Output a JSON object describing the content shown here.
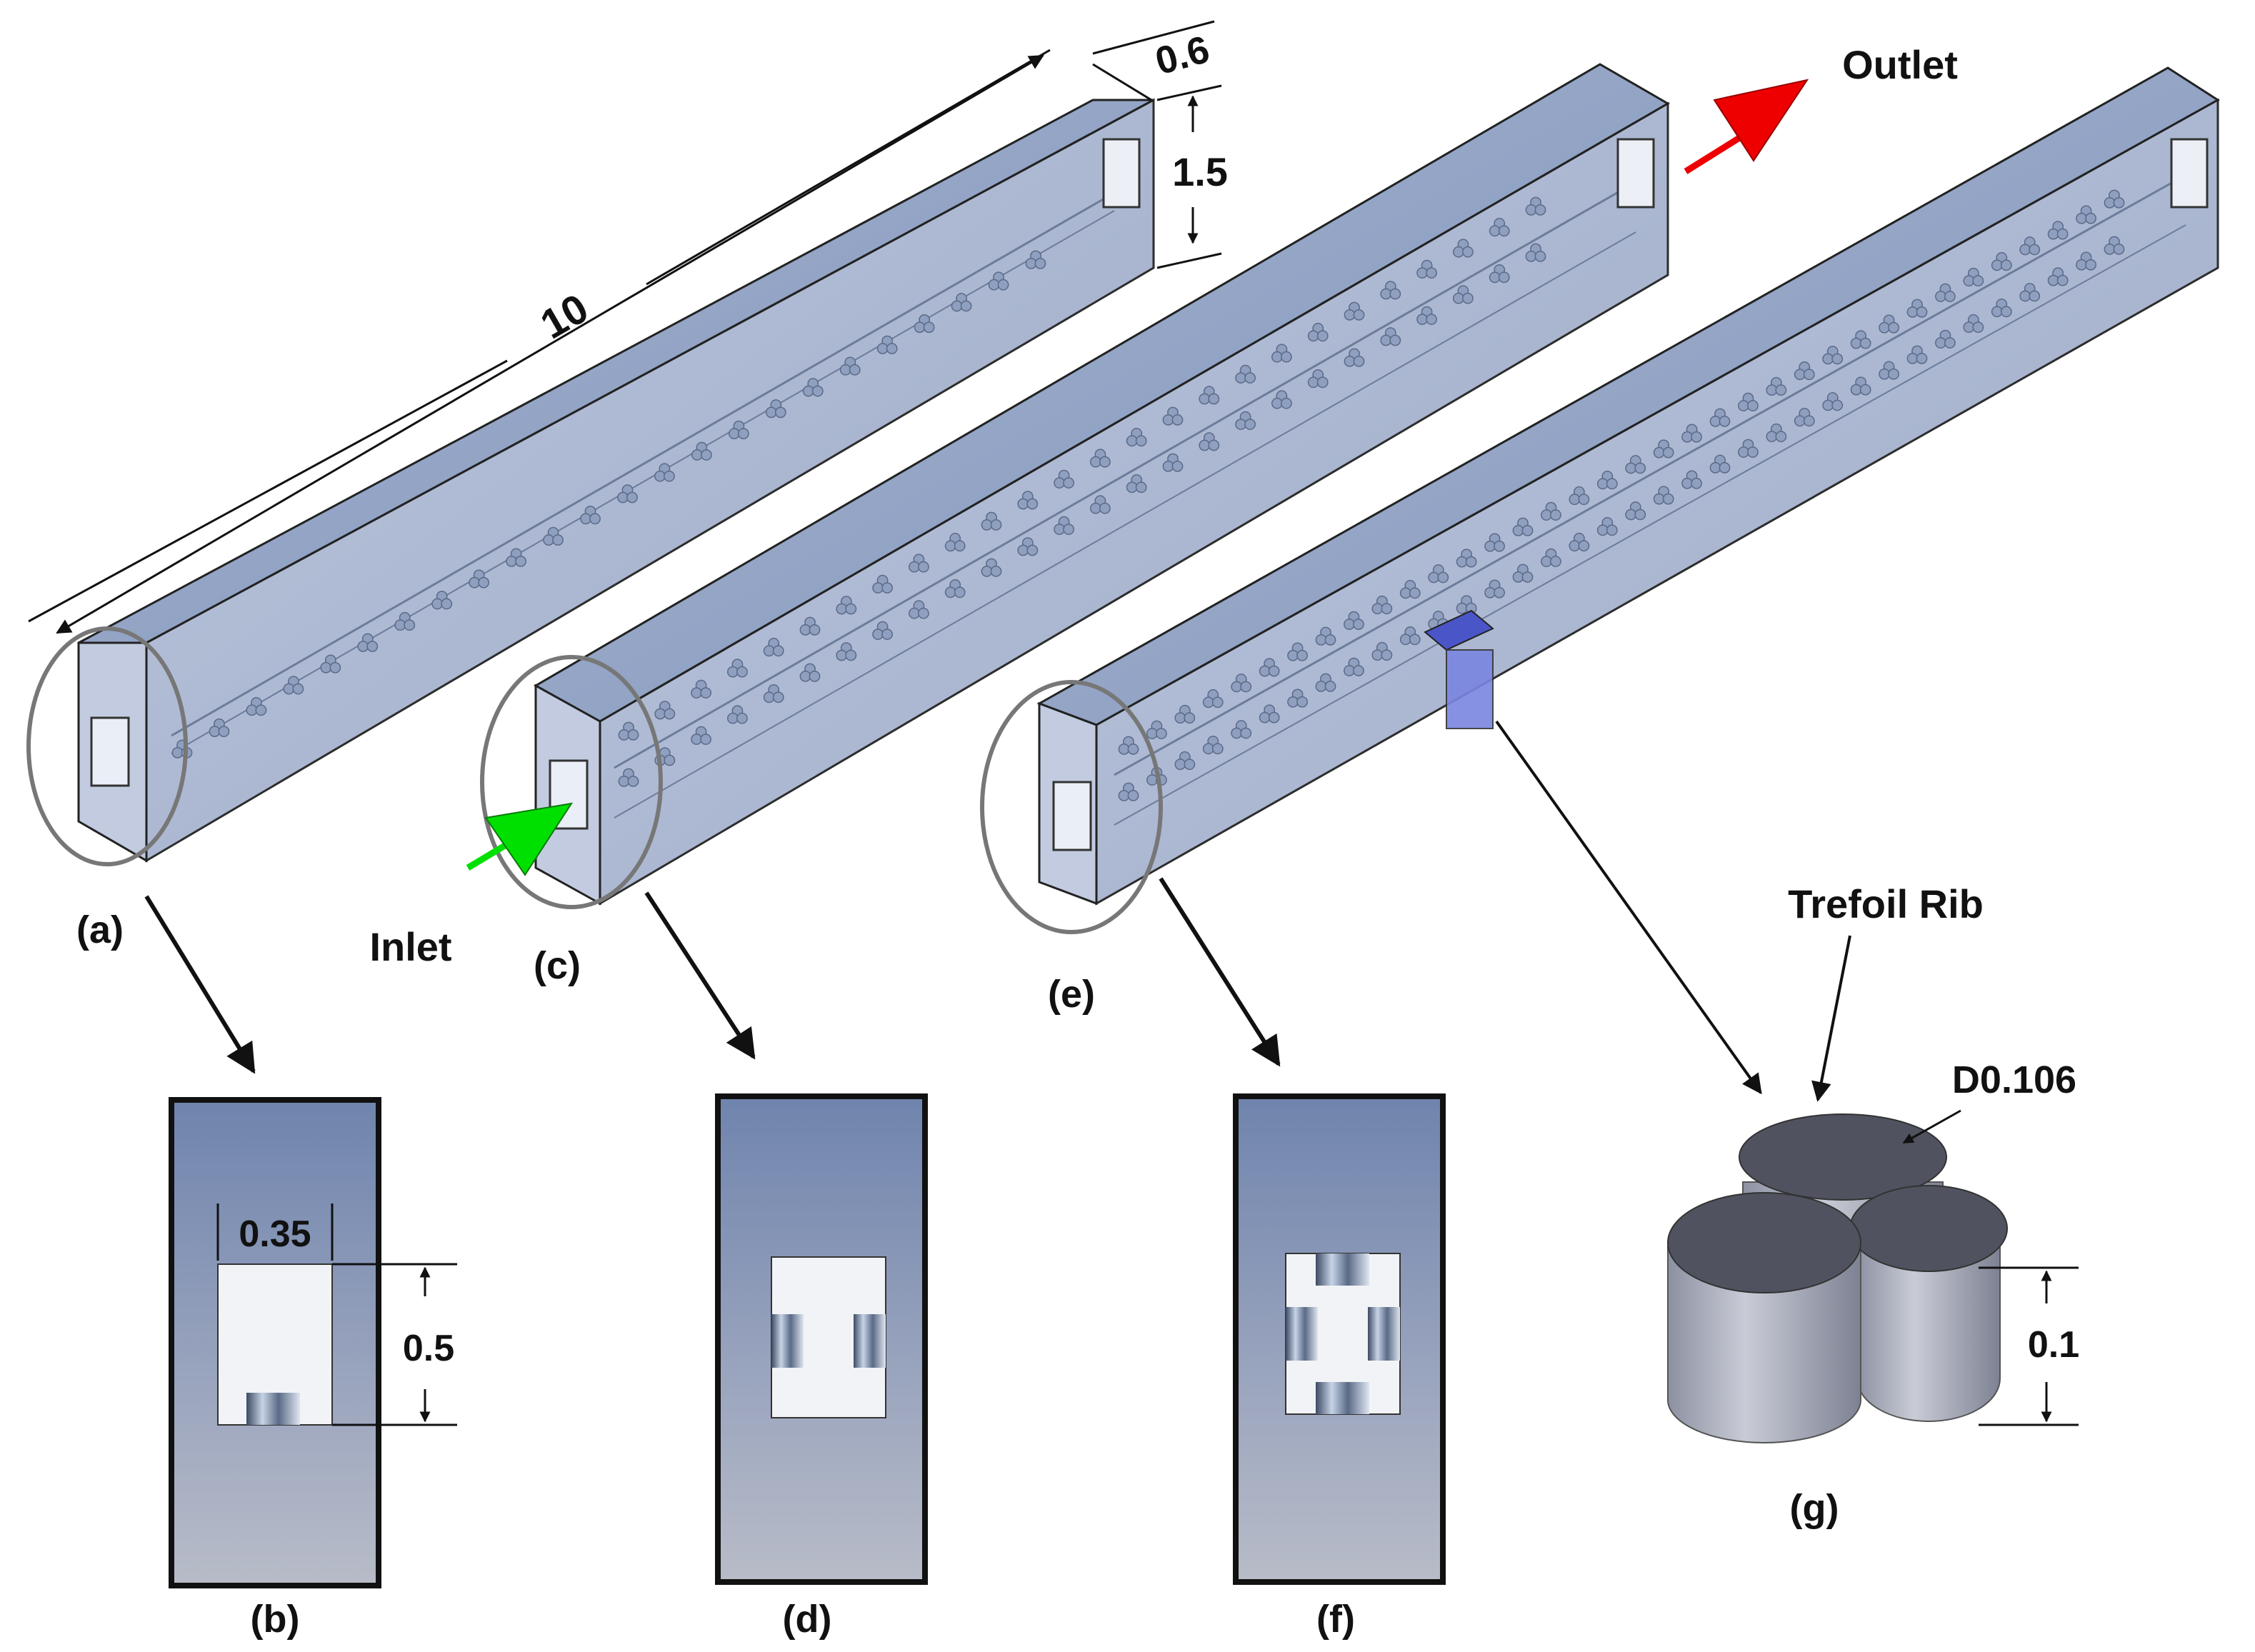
{
  "dimensions": {
    "length": "10",
    "width": "0.6",
    "height": "1.5",
    "rib_width": "0.35",
    "rib_height": "0.5",
    "diameter": "D0.106",
    "trefoil_height": "0.1"
  },
  "labels": {
    "inlet": "Inlet",
    "outlet": "Outlet",
    "rib_name": "Trefoil Rib"
  },
  "panels": {
    "a": "(a)",
    "b": "(b)",
    "c": "(c)",
    "d": "(d)",
    "e": "(e)",
    "f": "(f)",
    "g": "(g)"
  },
  "colors": {
    "channel_top": "#8fa3c4",
    "channel_front": "#a9b8d1",
    "rib": "#7f8ba6",
    "inlet_arrow": "#00e000",
    "outlet_arrow": "#ee0000",
    "trefoil_top": "#50535f",
    "trefoil_side": "#a7abb8"
  }
}
